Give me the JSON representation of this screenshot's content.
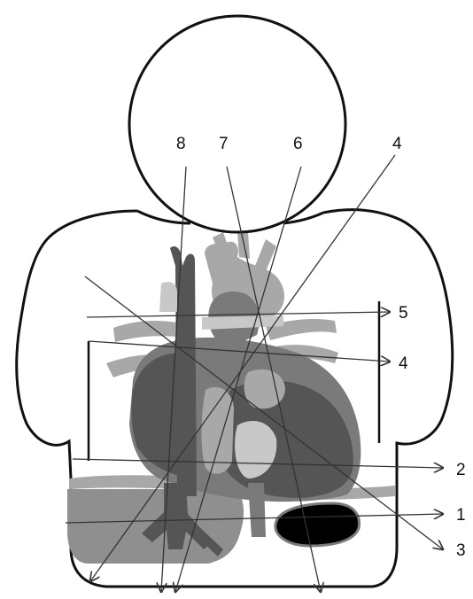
{
  "labels": {
    "top_8": "8",
    "top_7": "7",
    "top_6": "6",
    "top_4": "4",
    "right_5": "5",
    "right_4": "4",
    "right_2": "2",
    "right_1": "1",
    "right_3": "3"
  },
  "colors": {
    "outline": "#111111",
    "heart_dark": "#555555",
    "heart_mid": "#7a7a7a",
    "vessel_light": "#a8a8a8",
    "vessel_pale": "#c8c8c8",
    "liver": "#8f8f8f",
    "stomach": "#000000",
    "arrow": "#333333"
  },
  "icons": [
    "heart-illustration",
    "torso-outline",
    "head-outline",
    "stomach-shape",
    "liver-shape"
  ]
}
